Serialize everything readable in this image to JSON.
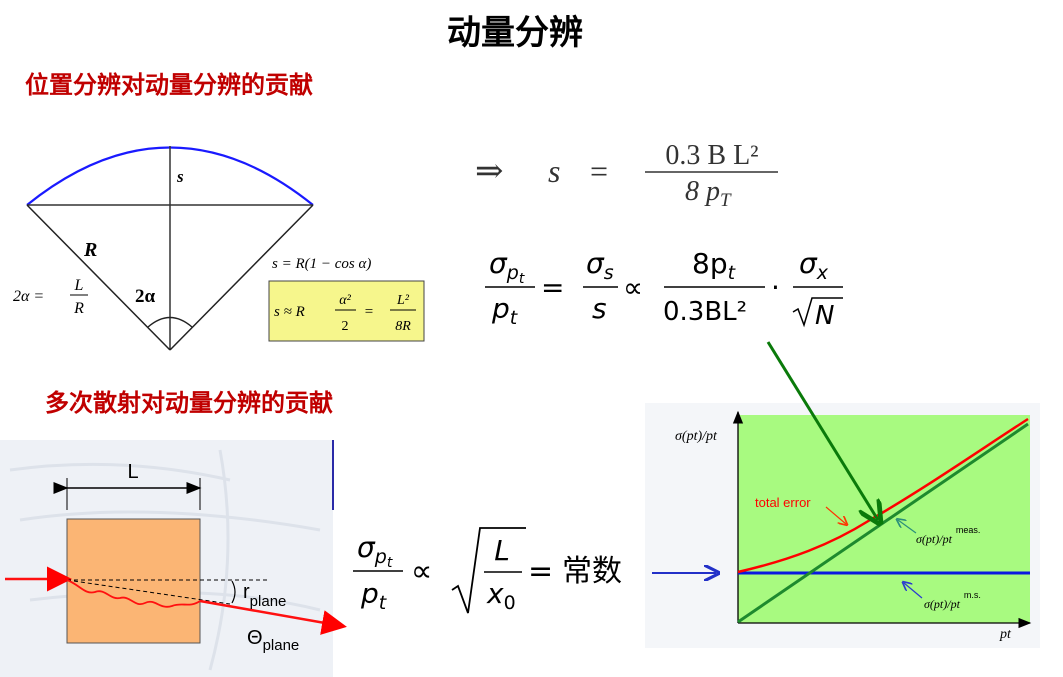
{
  "title": "动量分辨",
  "section1": {
    "heading": "位置分辨对动量分辨的贡献",
    "diagram": {
      "s_label": "s",
      "R_label": "R",
      "angle_label": "2α",
      "alpha_eq_lhs": "2α =",
      "alpha_eq_num": "L",
      "alpha_eq_den": "R",
      "sagitta_exact": "s = R(1 − cos α)",
      "approx_lhs": "s ≈ R",
      "approx_num1": "α²",
      "approx_den1": "2",
      "approx_eq": "=",
      "approx_num2": "L²",
      "approx_den2": "8R"
    },
    "formula1": {
      "implies": "⇒",
      "lhs": "s",
      "eq": "=",
      "num": "0.3 B L²",
      "den": "8 p",
      "den_sub": "T"
    },
    "formula2": {
      "lhs_num": "σ",
      "lhs_num_sub": "p",
      "lhs_num_subsub": "t",
      "lhs_den": "p",
      "lhs_den_sub": "t",
      "eq": "=",
      "mid_num": "σ",
      "mid_num_sub": "s",
      "mid_den": "s",
      "prop": "∝",
      "f3_num": "8p",
      "f3_num_sub": "t",
      "f3_den": "0.3BL²",
      "dot": "·",
      "f4_num": "σ",
      "f4_num_sub": "x",
      "f4_den": "N"
    }
  },
  "section2": {
    "heading": "多次散射对动量分辨的贡献",
    "diagram": {
      "L_label": "L",
      "r_label": "r",
      "r_sub": "plane",
      "theta_label": "Θ",
      "theta_sub": "plane"
    },
    "formula": {
      "lhs_num": "σ",
      "lhs_num_sub": "p",
      "lhs_num_subsub": "t",
      "lhs_den": "p",
      "lhs_den_sub": "t",
      "prop": "∝",
      "root_num": "L",
      "root_den": "x",
      "root_den_sub": "0",
      "eq": "=",
      "rhs": "常数"
    }
  },
  "chart": {
    "ylabel": "σ(pt)/pt",
    "xlabel": "pt",
    "total_label": "total error",
    "meas_label": "σ(pt)/pt",
    "meas_sup": "meas.",
    "ms_label": "σ(pt)/pt",
    "ms_sup": "m.s."
  },
  "colors": {
    "heading_red": "#c00000",
    "arc_blue": "#1a1aff",
    "box_orange": "#fbb574",
    "box_yellow": "#f6f68c",
    "chart_green": "#a8fa80",
    "line_green": "#1e8a2e",
    "line_red": "#ff0000",
    "line_blue": "#0b18e0"
  }
}
